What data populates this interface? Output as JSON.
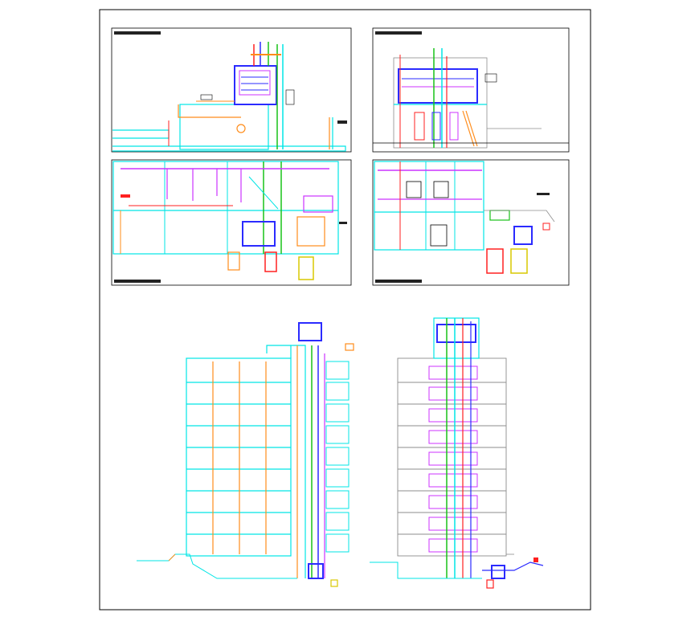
{
  "drawing": {
    "title": "",
    "panels": [
      {
        "name": "section-top-left",
        "caption": ""
      },
      {
        "name": "section-top-right",
        "caption": ""
      },
      {
        "name": "plan-mid-left",
        "caption": ""
      },
      {
        "name": "plan-mid-right",
        "caption": ""
      },
      {
        "name": "elevation-bottom-left",
        "caption": ""
      },
      {
        "name": "elevation-bottom-right",
        "caption": ""
      }
    ]
  },
  "colors": {
    "cyan": "#00e5e5",
    "orange": "#ff8c1a",
    "blue": "#2b2bff",
    "magenta": "#cc33ff",
    "green": "#19c219",
    "red": "#ff2020",
    "yellow": "#d8c800",
    "gray": "#8c8c8c",
    "black": "#000000"
  }
}
